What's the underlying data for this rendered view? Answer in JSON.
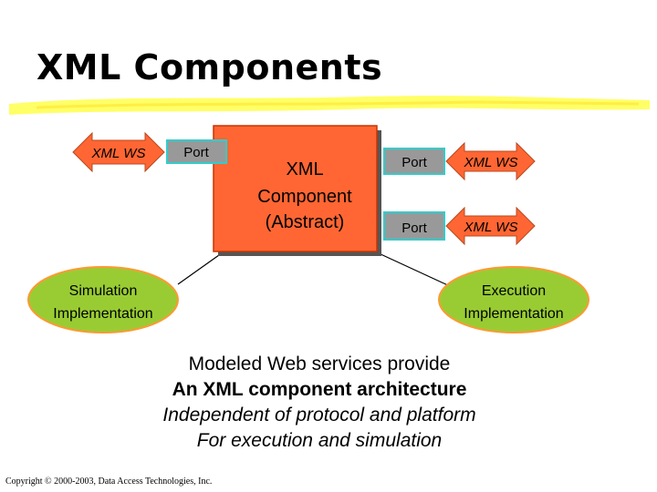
{
  "title": "XML Components",
  "diagram": {
    "component": {
      "lines": [
        "XML",
        "Component",
        "(Abstract)"
      ]
    },
    "ports": {
      "left": "Port",
      "right_top": "Port",
      "right_bottom": "Port"
    },
    "web_services": {
      "left": "XML WS",
      "right_top": "XML WS",
      "right_bottom": "XML WS"
    },
    "implementations": {
      "simulation": [
        "Simulation",
        "Implementation"
      ],
      "execution": [
        "Execution",
        "Implementation"
      ]
    }
  },
  "caption": [
    "Modeled Web services provide",
    "An XML component architecture",
    "Independent of protocol and platform",
    "For execution and simulation"
  ],
  "copyright": "Copyright © 2000-2003, Data Access Technologies, Inc.",
  "colors": {
    "component_fill": "#ff6633",
    "port_fill": "#999999",
    "port_border": "#33cccc",
    "arrow_fill": "#ff6633",
    "ellipse_fill": "#99cc33",
    "ellipse_border": "#ff9933",
    "title_underline": "#ffff66"
  }
}
